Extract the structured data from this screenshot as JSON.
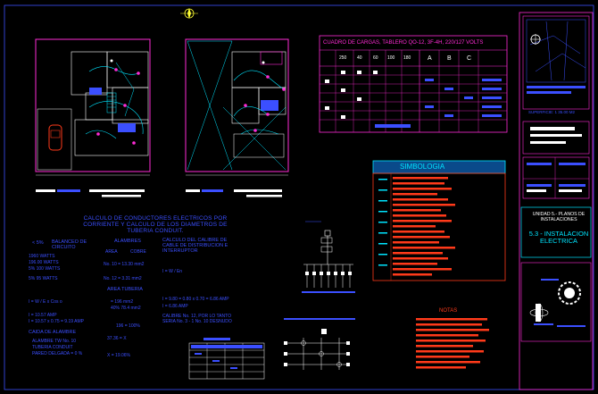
{
  "title_main": "CALCULO DE CONDUCTORES ELECTRICOS POR CORRIENTE Y CALCULO DE LOS DIAMETROS DE TUBERIA CONDUIT.",
  "load_table_title": "CUADRO DE CARGAS, TABLERO QO-12, 3F-4H, 220/127 VOLTS",
  "load_table_phases": [
    "A",
    "B",
    "C"
  ],
  "load_table_loads": [
    "250",
    "40",
    "60",
    "100",
    "180"
  ],
  "simbologia_title": "SIMBOLOGIA",
  "notas_title": "NOTAS",
  "sheet": {
    "unit": "UNIDAD 5.- PLANOS DE INSTALACIONES",
    "subject": "5.3 - INSTALACION ELECTRICA",
    "superficie": "SUPERFICIE: 1 35.00 M2"
  },
  "calc": {
    "balanceo_title": "BALANCEO DE CIRCUITO",
    "balanceo_pct": "< 5%",
    "watts_1": "1960 WATTS",
    "watts_2": "196.00 WATTS",
    "watts_3": "5% 100 WATTS",
    "watts_4": "5% 95 WATTS",
    "formula_i": "I = W / E x Cos o",
    "formula_i_val": "I = 10.57 AMP",
    "formula_i2": "I = 10.57 x 0.75 = 9.19 AMP",
    "caida_title": "CAIDA DE ALAMBRE",
    "alambre_1": "ALAMBRE TW No. 10",
    "alambre_2": "TUBERIA CONDUIT",
    "alambre_3": "PARED DELGADA = 0 %",
    "alambres_title": "ALAMBRES",
    "area_label": "AREA",
    "cobre_label": "COBRE",
    "no10": "No. 10 = 13.30 mm2",
    "no12": "No. 12 = 3.31 mm2",
    "area_tuberia": "AREA TUBERIA",
    "area_tub_1": "= 196 mm2",
    "area_tub_2": "40% 78.4 mm2",
    "area_tub_3": "196 = 100%",
    "area_tub_4": "37.36 = X",
    "area_tub_5": "X = 19.06%",
    "calculo_title": "CALCULO DEL CALIBRE DE CABLE DE DISTRIBUCION E INTERRUPTOR",
    "calc_formula": "I = W / En",
    "calc_val": "I = 9.80 = 0.80 x 0.70 = 6.86 AMP",
    "calc_val2": "I = 6.86 AMP",
    "calibre": "CALIBRE No. 12, POR LO TANTO SERIA No. 3 - 1 No. 10 DESNUDO"
  },
  "colors": {
    "accent_blue": "#3b4fff",
    "cyan": "#00e5ff",
    "magenta": "#ff2bd6",
    "red": "#ff3a1a",
    "white": "#ffffff",
    "yellow": "#ffff33",
    "background": "#000000"
  }
}
